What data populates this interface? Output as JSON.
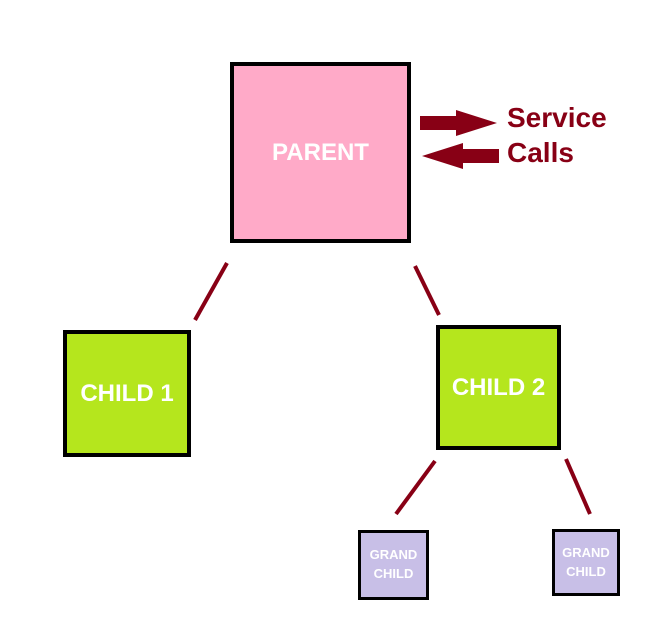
{
  "colors": {
    "parent_fill": "#ffaac8",
    "child_fill": "#b5e61d",
    "grandchild_fill": "#c8bfe7",
    "border": "#000000",
    "edge": "#880015",
    "arrow": "#880015",
    "label_text": "#ffffff",
    "service_text": "#880015"
  },
  "nodes": {
    "parent": {
      "label": "PARENT"
    },
    "child1": {
      "label": "CHILD 1"
    },
    "child2": {
      "label": "CHILD 2"
    },
    "grandchild1": {
      "line1": "GRAND",
      "line2": "CHILD"
    },
    "grandchild2": {
      "line1": "GRAND",
      "line2": "CHILD"
    }
  },
  "service": {
    "line1": "Service",
    "line2": "Calls"
  }
}
